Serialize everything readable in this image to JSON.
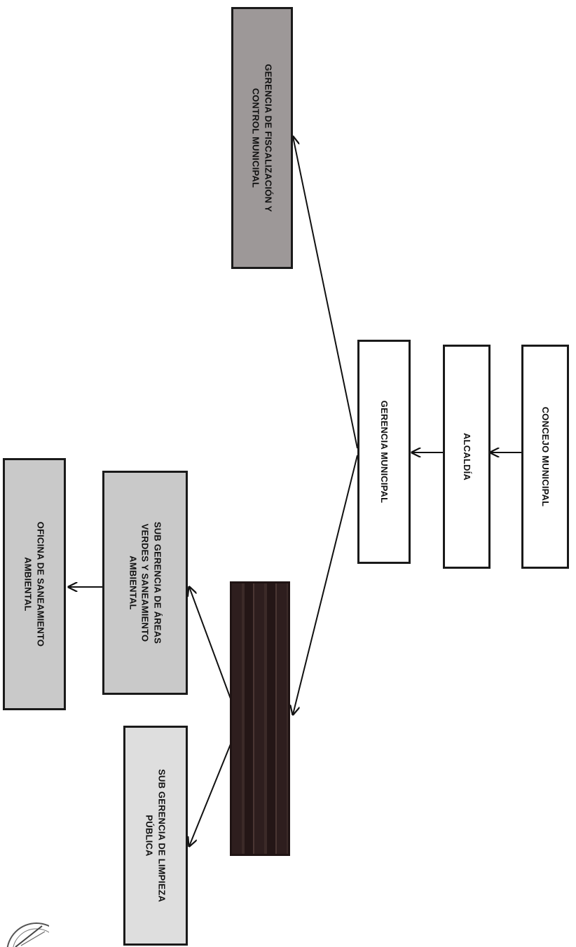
{
  "boxes": {
    "concejo": "CONCEJO MUNICIPAL",
    "alcaldia": "ALCALDÍA",
    "gerencia_municipal": "GERENCIA MUNICIPAL",
    "fiscalizacion": "GERENCIA DE FISCALIZACIÓN Y\nCONTROL MUNICIPAL",
    "gerencia_ambiental": "",
    "areas_verdes": "SUB GERENCIA DE ÁREAS\nVERDES Y SANEAMIENTO\nAMBIENTAL",
    "limpieza": "SUB GERENCIA DE LIMPIEZA\nPÚBLICA",
    "oficina": "OFICINA DE SANEAMIENTO\nAMBIENTAL"
  },
  "colors": {
    "box_border": "#1a1a1a",
    "fill_gray": "#c9c9c9",
    "fill_dark_gray": "#9d9898",
    "fill_dark": "#2e1e1e"
  }
}
